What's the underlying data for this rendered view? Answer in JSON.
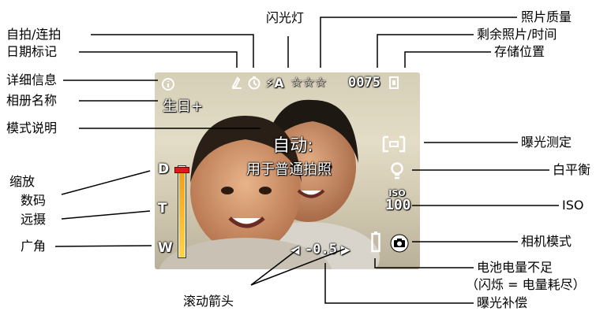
{
  "screen": {
    "icons": {
      "date_stamp": "date-stamp-icon",
      "self_timer": "self-timer-icon",
      "flash_auto": "flash-auto-icon",
      "info": "info-icon",
      "album": "album-icon",
      "metering": "exposure-metering-icon",
      "white_balance": "white-balance-icon",
      "camera_mode": "camera-mode-icon",
      "battery": "battery-icon",
      "storage": "storage-location-icon"
    },
    "flash_text": "⚡A",
    "quality_stars": "☆☆☆",
    "pictures_remaining": "0075",
    "album_name": "生日+",
    "mode_title": "自动:",
    "mode_description": "用于普通拍照",
    "iso_label": "ISO",
    "iso_value": "100",
    "zoom_marks": {
      "digital": "D",
      "tele": "T",
      "wide": "W"
    },
    "exposure_comp": "-0.5",
    "scroll_left": "◀",
    "scroll_right": "▶",
    "zoom_level": 0.92
  },
  "labels": {
    "self_timer_burst": "自拍/连拍",
    "date_stamp": "日期标记",
    "flash": "闪光灯",
    "picture_quality": "照片质量",
    "pictures_time_remaining": "剩余照片/时间",
    "storage_location": "存储位置",
    "info": "详细信息",
    "album_name": "相册名称",
    "mode_description": "模式说明",
    "zoom": "缩放",
    "zoom_digital": "数码",
    "zoom_tele": "远摄",
    "zoom_wide": "广角",
    "exposure_metering": "曝光测定",
    "white_balance": "白平衡",
    "iso": "ISO",
    "camera_mode": "相机模式",
    "low_battery": "电池电量不足",
    "low_battery_note": "（闪烁 = 电量耗尽）",
    "scroll_arrows": "滚动箭头",
    "exposure_compensation": "曝光补偿"
  }
}
